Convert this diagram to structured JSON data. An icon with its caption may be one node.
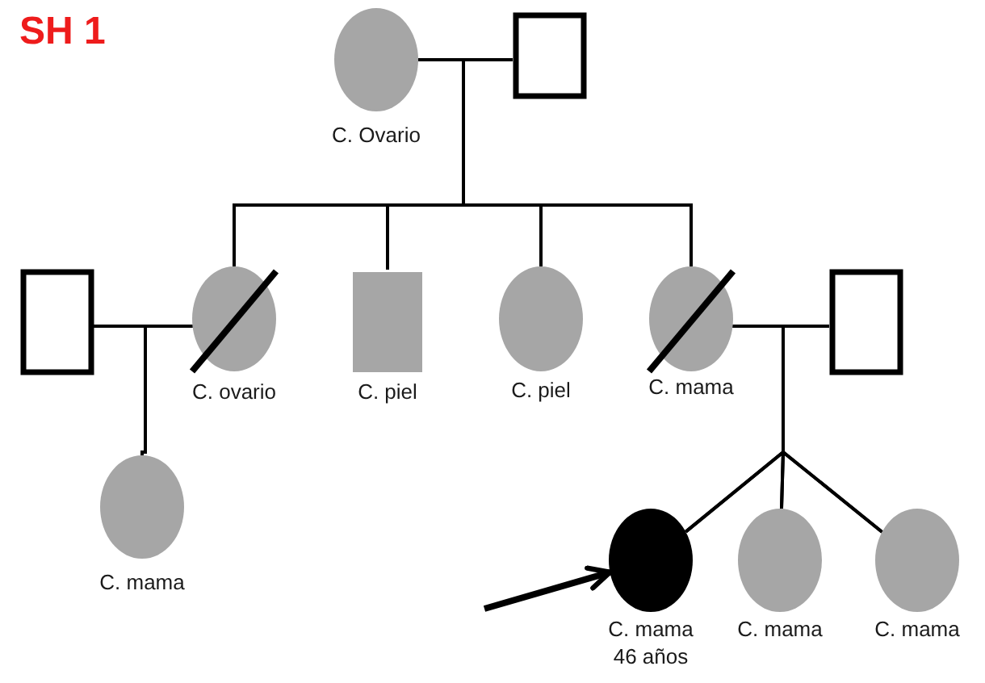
{
  "diagram": {
    "title": "SH 1",
    "nodes": [
      {
        "text": [
          "C. Ovario"
        ]
      },
      {
        "text": [],
        "shape": "box"
      },
      {
        "text": [],
        "shape": "box"
      },
      {
        "text": [
          "C. ovario"
        ]
      },
      {
        "text": [
          "C. piel"
        ]
      },
      {
        "text": [
          "C. piel"
        ]
      },
      {
        "text": [
          "C. mama"
        ]
      },
      {
        "text": [],
        "shape": "box"
      },
      {
        "text": [
          "C. mama"
        ]
      },
      {
        "text": [
          "C. mama",
          "46 años"
        ]
      },
      {
        "text": [
          "C. mama"
        ]
      },
      {
        "text": [
          "C. mama"
        ]
      }
    ],
    "edges": [
      {
        "from": 0,
        "to": 1,
        "arrow": "none"
      },
      {
        "from": 0,
        "to": 3,
        "arrow": "none"
      },
      {
        "from": 0,
        "to": 4,
        "arrow": "none"
      },
      {
        "from": 0,
        "to": 5,
        "arrow": "none"
      },
      {
        "from": 0,
        "to": 6,
        "arrow": "none"
      },
      {
        "from": 1,
        "to": 3,
        "arrow": "none"
      },
      {
        "from": 1,
        "to": 4,
        "arrow": "none"
      },
      {
        "from": 1,
        "to": 5,
        "arrow": "none"
      },
      {
        "from": 1,
        "to": 6,
        "arrow": "none"
      },
      {
        "from": 2,
        "to": 3,
        "arrow": "none"
      },
      {
        "from": 2,
        "to": 8,
        "arrow": "none"
      },
      {
        "from": 3,
        "to": 8,
        "arrow": "none"
      },
      {
        "from": 6,
        "to": 7,
        "arrow": "none"
      },
      {
        "from": 6,
        "to": 9,
        "arrow": "none"
      },
      {
        "from": 6,
        "to": 10,
        "arrow": "none"
      },
      {
        "from": 6,
        "to": 11,
        "arrow": "none"
      },
      {
        "from": 7,
        "to": 9,
        "arrow": "none"
      },
      {
        "from": 7,
        "to": 10,
        "arrow": "none"
      },
      {
        "from": 7,
        "to": 11,
        "arrow": "none"
      },
      {
        "from": null,
        "to": 9,
        "arrow": "to",
        "style": "thick"
      }
    ]
  }
}
